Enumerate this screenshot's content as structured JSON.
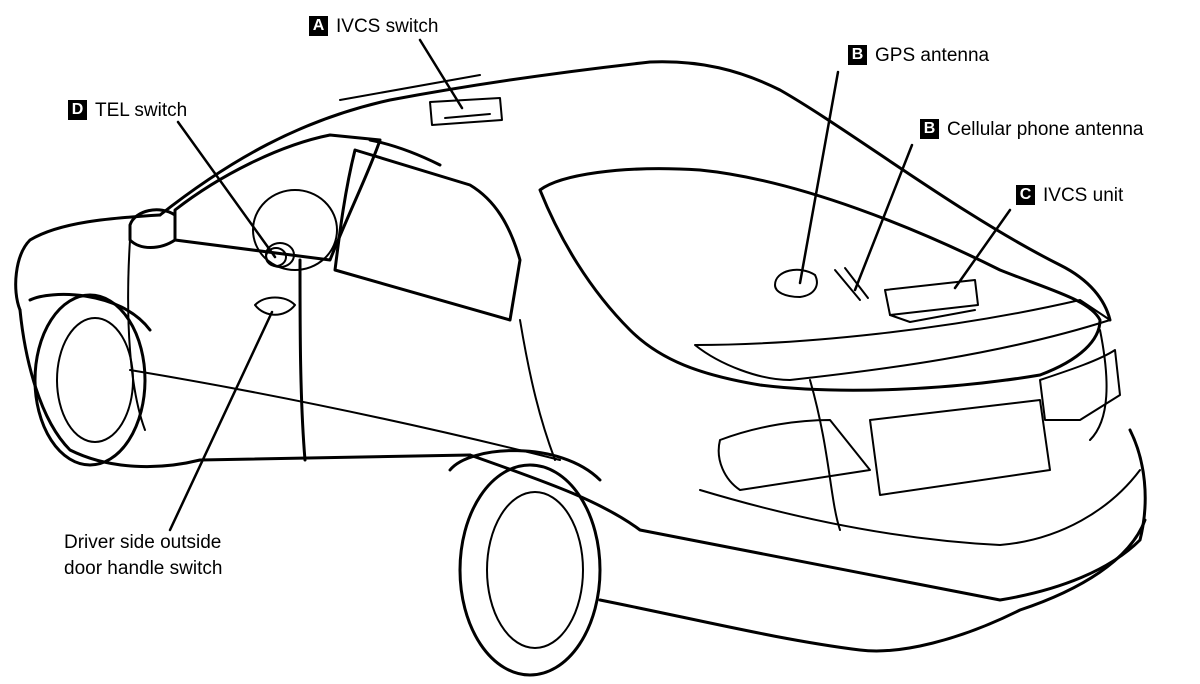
{
  "callouts": {
    "ivcs_switch": {
      "badge": "A",
      "text": "IVCS switch"
    },
    "gps_antenna": {
      "badge": "B",
      "text": "GPS antenna"
    },
    "cellular_antenna": {
      "badge": "B",
      "text": "Cellular phone antenna"
    },
    "ivcs_unit": {
      "badge": "C",
      "text": "IVCS unit"
    },
    "tel_switch": {
      "badge": "D",
      "text": "TEL switch"
    },
    "door_handle_switch": {
      "line1": "Driver side outside",
      "line2": "door handle switch"
    }
  }
}
